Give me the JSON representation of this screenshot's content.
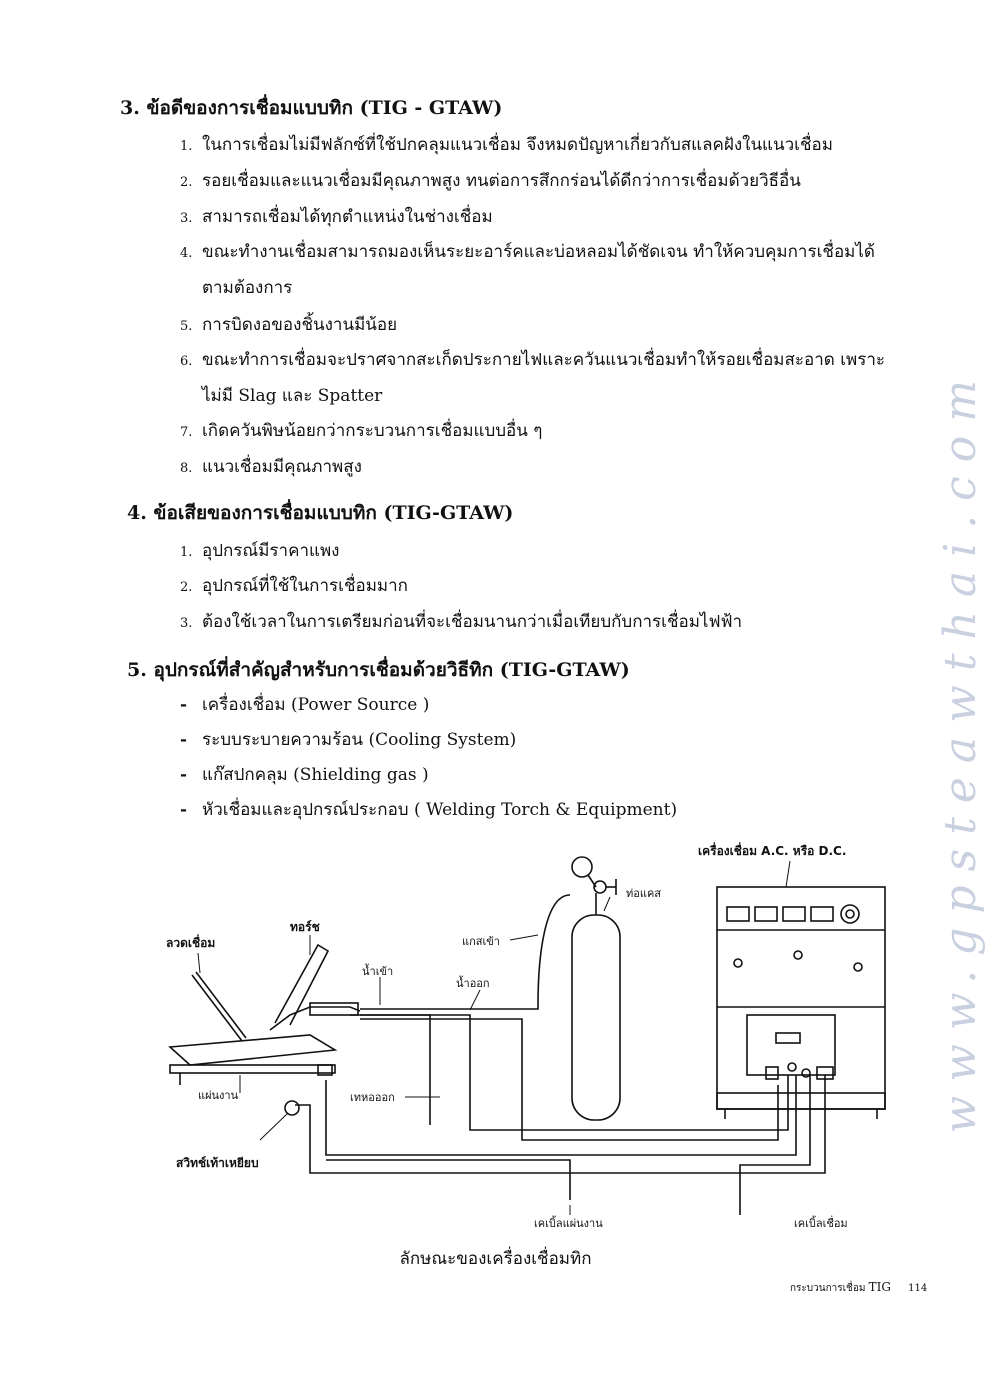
{
  "sections": {
    "adv": {
      "heading": "3. ข้อดีของการเชื่อมแบบทิก (TIG - GTAW)",
      "items": [
        {
          "num": "1.",
          "text": "ในการเชื่อมไม่มีฟลักซ์ที่ใช้ปกคลุมแนวเชื่อม จึงหมดปัญหาเกี่ยวกับสแลคฝังในแนวเชื่อม"
        },
        {
          "num": "2.",
          "text": "รอยเชื่อมและแนวเชื่อมมีคุณภาพสูง  ทนต่อการสึกกร่อนได้ดีกว่าการเชื่อมด้วยวิธีอื่น"
        },
        {
          "num": "3.",
          "text": "สามารถเชื่อมได้ทุกตำแหน่งในช่างเชื่อม"
        },
        {
          "num": "4.",
          "text": "ขณะทำงานเชื่อมสามารถมองเห็นระยะอาร์คและบ่อหลอมได้ชัดเจน   ทำให้ควบคุมการเชื่อมได้",
          "cont": "ตามต้องการ"
        },
        {
          "num": "5.",
          "text": "การบิดงอของชิ้นงานมีน้อย"
        },
        {
          "num": "6.",
          "text": "ขณะทำการเชื่อมจะปราศจากสะเก็ดประกายไฟและควันแนวเชื่อมทำให้รอยเชื่อมสะอาด  เพราะ",
          "cont": "ไม่มี Slag และ Spatter"
        },
        {
          "num": "7.",
          "text": "เกิดควันพิษน้อยกว่ากระบวนการเชื่อมแบบอื่น ๆ"
        },
        {
          "num": "8.",
          "text": "แนวเชื่อมมีคุณภาพสูง"
        }
      ]
    },
    "disadv": {
      "heading": "4. ข้อเสียของการเชื่อมแบบทิก (TIG-GTAW)",
      "items": [
        {
          "num": "1.",
          "text": "อุปกรณ์มีราคาแพง"
        },
        {
          "num": "2.",
          "text": "อุปกรณ์ที่ใช้ในการเชื่อมมาก"
        },
        {
          "num": "3.",
          "text": "ต้องใช้เวลาในการเตรียมก่อนที่จะเชื่อมนานกว่าเมื่อเทียบกับการเชื่อมไฟฟ้า"
        }
      ]
    },
    "equip": {
      "heading": "5. อุปกรณ์ที่สำคัญสำหรับการเชื่อมด้วยวิธีทิก (TIG-GTAW)",
      "items": [
        {
          "dash": "-",
          "text": "เครื่องเชื่อม (Power Source )"
        },
        {
          "dash": "-",
          "text": "ระบบระบายความร้อน (Cooling  System)"
        },
        {
          "dash": "-",
          "text": "แก๊สปกคลุม    (Shielding   gas )"
        },
        {
          "dash": "-",
          "text": "หัวเชื่อมและอุปกรณ์ประกอบ  ( Welding  Torch &  Equipment)"
        }
      ]
    }
  },
  "diagram": {
    "labels": {
      "machine": "เครื่องเชื่อม A.C. หรือ D.C.",
      "gas_pipe": "ท่อแคส",
      "gas_in": "แกสเข้า",
      "filler": "ลวดเชื่อม",
      "torch": "ทอร์ช",
      "water_in": "น้ำเข้า",
      "water_out": "น้ำออก",
      "drain": "เทหอออก",
      "workpiece": "แผ่นงาน",
      "foot_switch": "สวิทช์เท้าเหยียบ",
      "work_cable": "เคเบิ้ลแผ่นงาน",
      "weld_cable": "เคเบิ้ลเชื่อม"
    },
    "caption": "ลักษณะของเครื่องเชื่อมทิก"
  },
  "watermark": "www.gpsteawthai.com",
  "footer": {
    "chapter": "กระบวนการเชื่อม",
    "tig": "TIG",
    "page": "114"
  }
}
